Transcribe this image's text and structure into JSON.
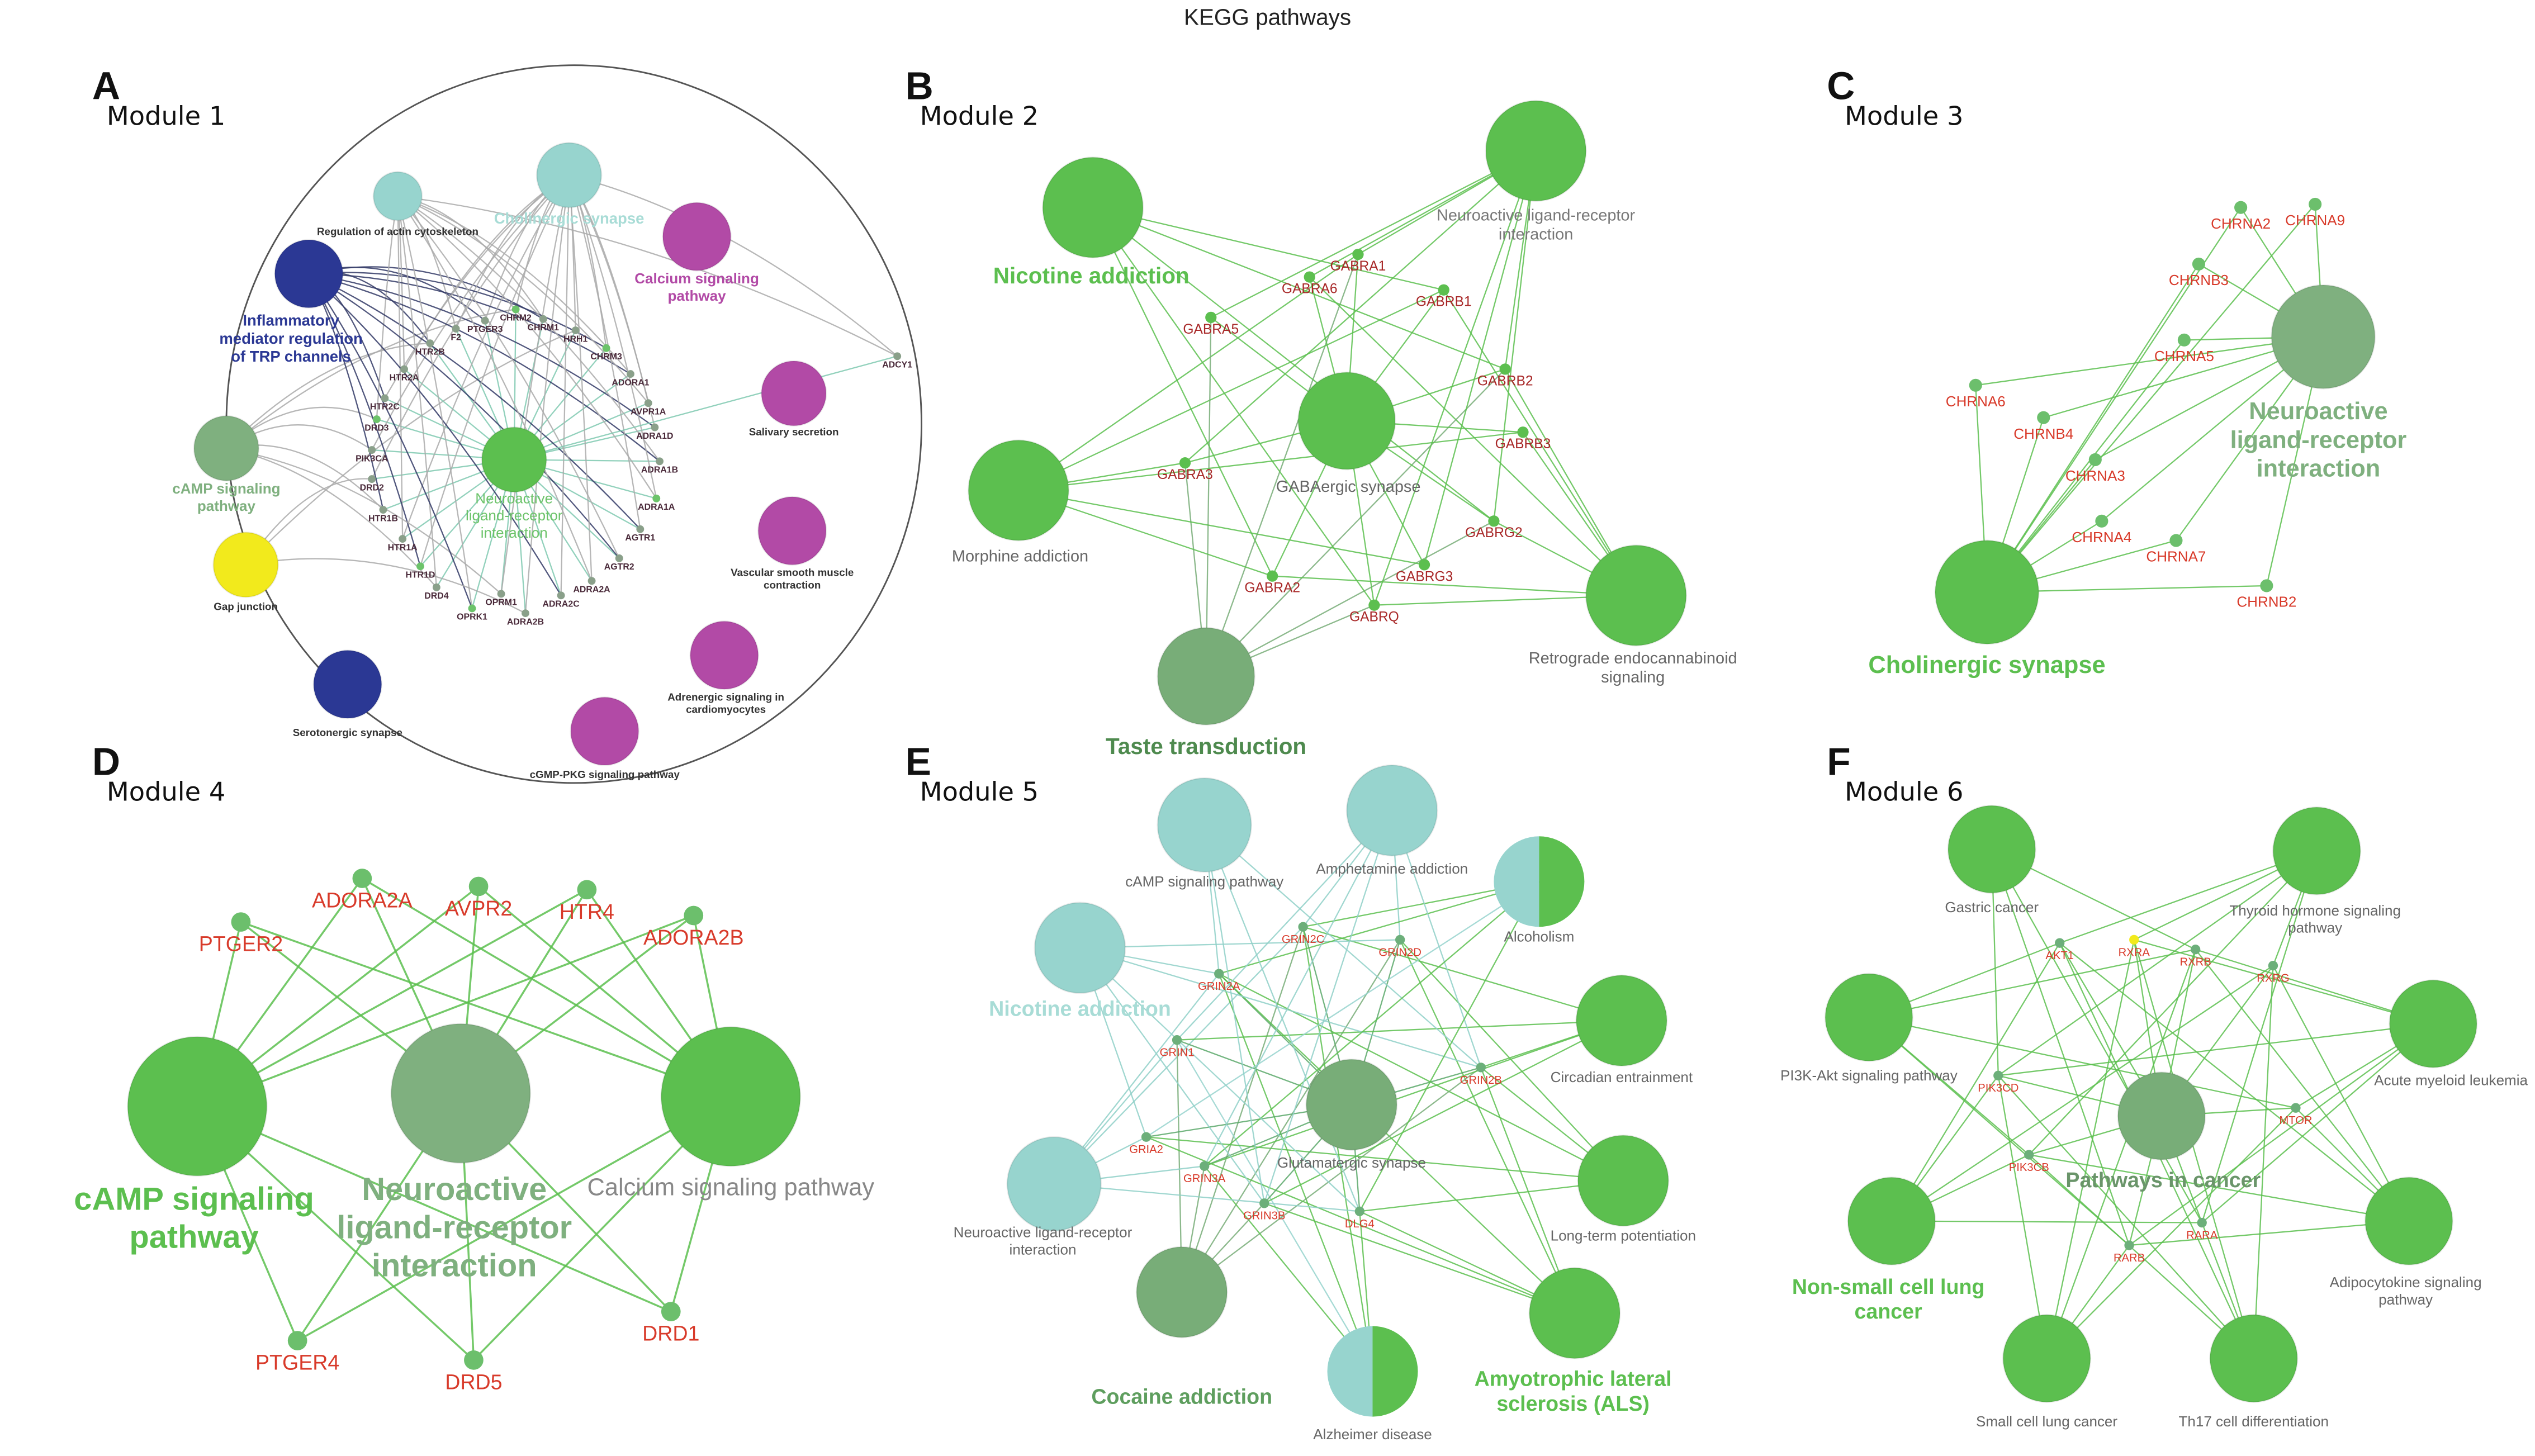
{
  "title": "KEGG pathways",
  "colors": {
    "green": "#5cbf4f",
    "dark_green": "#7aaf7a",
    "teal": "#97d4ce",
    "navy": "#2b3894",
    "magenta": "#b24aa6",
    "yellow": "#f2ea1c",
    "gene_red": "#d83a2a"
  },
  "modules": [
    {
      "letter": "A",
      "title": "Module 1",
      "hub": {
        "label": [
          "Neuroactive",
          "ligand-receptor",
          "interaction"
        ]
      },
      "pathways": [
        {
          "label": [
            "Regulation of actin cytoskeleton"
          ]
        },
        {
          "label": [
            "Cholinergic synapse"
          ]
        },
        {
          "label": [
            "Inflammatory",
            "mediator regulation",
            "of TRP channels"
          ]
        },
        {
          "label": [
            "cAMP signaling",
            "pathway"
          ]
        },
        {
          "label": [
            "Gap junction"
          ]
        },
        {
          "label": [
            "Serotonergic synapse"
          ]
        },
        {
          "label": [
            "Calcium signaling",
            "pathway"
          ]
        },
        {
          "label": [
            "Salivary secretion"
          ]
        },
        {
          "label": [
            "Vascular smooth muscle",
            "contraction"
          ]
        },
        {
          "label": [
            "Adrenergic signaling in",
            "cardiomyocytes"
          ]
        },
        {
          "label": [
            "cGMP-PKG signaling pathway"
          ]
        }
      ],
      "genes": [
        "PTGER3",
        "CHRM2",
        "CHRM1",
        "HRH1",
        "F2",
        "HTR2B",
        "CHRM3",
        "HTR2A",
        "ADORA1",
        "HTR2C",
        "AVPR1A",
        "DRD3",
        "ADRA1D",
        "PIK3CA",
        "ADRA1B",
        "DRD2",
        "ADRA1A",
        "HTR1B",
        "AGTR1",
        "HTR1A",
        "AGTR2",
        "HTR1D",
        "ADRA2A",
        "DRD4",
        "ADRA2C",
        "OPRM1",
        "OPRK1",
        "ADRA2B",
        "ADCY1"
      ]
    },
    {
      "letter": "B",
      "title": "Module 2",
      "hub": {
        "label": [
          "GABAergic synapse"
        ]
      },
      "pathways": [
        {
          "label": [
            "Nicotine addiction"
          ]
        },
        {
          "label": [
            "Neuroactive ligand-receptor",
            "interaction"
          ]
        },
        {
          "label": [
            "Morphine addiction"
          ]
        },
        {
          "label": [
            "Retrograde endocannabinoid",
            "signaling"
          ]
        },
        {
          "label": [
            "Taste transduction"
          ]
        }
      ],
      "genes": [
        "GABRA1",
        "GABRA6",
        "GABRB1",
        "GABRA5",
        "GABRB2",
        "GABRB3",
        "GABRA3",
        "GABRG2",
        "GABRA2",
        "GABRG3",
        "GABRQ"
      ]
    },
    {
      "letter": "C",
      "title": "Module 3",
      "hub": {
        "label": [
          "Neuroactive",
          "ligand-receptor",
          "interaction"
        ]
      },
      "pathways": [
        {
          "label": [
            "Cholinergic synapse"
          ]
        }
      ],
      "genes": [
        "CHRNA2",
        "CHRNA9",
        "CHRNB3",
        "CHRNA5",
        "CHRNA6",
        "CHRNB4",
        "CHRNA3",
        "CHRNA4",
        "CHRNA7",
        "CHRNB2"
      ]
    },
    {
      "letter": "D",
      "title": "Module 4",
      "hub": {
        "label": [
          "Neuroactive",
          "ligand-receptor",
          "interaction"
        ]
      },
      "pathways": [
        {
          "label": [
            "cAMP signaling",
            "pathway"
          ]
        },
        {
          "label": [
            "Calcium signaling pathway"
          ]
        }
      ],
      "genes": [
        "PTGER2",
        "ADORA2A",
        "AVPR2",
        "HTR4",
        "ADORA2B",
        "PTGER4",
        "DRD5",
        "DRD1"
      ]
    },
    {
      "letter": "E",
      "title": "Module 5",
      "hub": {
        "label": [
          "Glutamatergic synapse"
        ]
      },
      "pathways": [
        {
          "label": [
            "cAMP signaling pathway"
          ]
        },
        {
          "label": [
            "Amphetamine addiction"
          ]
        },
        {
          "label": [
            "Alcoholism"
          ]
        },
        {
          "label": [
            "Nicotine addiction"
          ]
        },
        {
          "label": [
            "Circadian entrainment"
          ]
        },
        {
          "label": [
            "Neuroactive ligand-receptor",
            "interaction"
          ]
        },
        {
          "label": [
            "Long-term potentiation"
          ]
        },
        {
          "label": [
            "Cocaine addiction"
          ]
        },
        {
          "label": [
            "Alzheimer disease"
          ]
        },
        {
          "label": [
            "Amyotrophic lateral",
            "sclerosis (ALS)"
          ]
        }
      ],
      "genes": [
        "GRIN2C",
        "GRIN2D",
        "GRIN2A",
        "GRIN1",
        "GRIN2B",
        "GRIA2",
        "GRIN3A",
        "GRIN3B",
        "DLG4"
      ]
    },
    {
      "letter": "F",
      "title": "Module 6",
      "hub": {
        "label": [
          "Pathways in cancer"
        ]
      },
      "pathways": [
        {
          "label": [
            "Gastric cancer"
          ]
        },
        {
          "label": [
            "Thyroid hormone signaling",
            "pathway"
          ]
        },
        {
          "label": [
            "PI3K-Akt signaling pathway"
          ]
        },
        {
          "label": [
            "Acute myeloid leukemia"
          ]
        },
        {
          "label": [
            "Non-small cell lung",
            "cancer"
          ]
        },
        {
          "label": [
            "Adipocytokine signaling",
            "pathway"
          ]
        },
        {
          "label": [
            "Small cell lung cancer"
          ]
        },
        {
          "label": [
            "Th17 cell differentiation"
          ]
        }
      ],
      "genes": [
        "AKT1",
        "RXRA",
        "RXRB",
        "RXRG",
        "PIK3CD",
        "MTOR",
        "PIK3CB",
        "RARA",
        "RARB"
      ]
    }
  ]
}
